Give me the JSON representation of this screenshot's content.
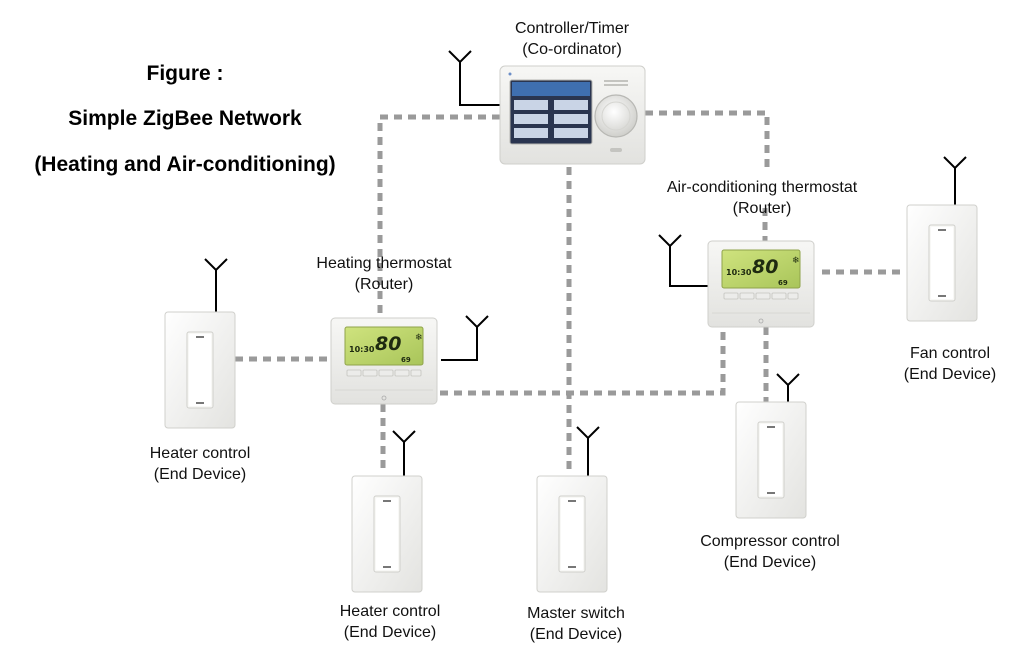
{
  "figure": {
    "line1": "Figure :",
    "line2": "Simple ZigBee Network",
    "line3": "(Heating and Air-conditioning)"
  },
  "devices": {
    "controller": {
      "name": "Controller/Timer",
      "role": "(Co-ordinator)"
    },
    "heating_thermostat": {
      "name": "Heating thermostat",
      "role": "(Router)",
      "display_time": "10:30",
      "display_temp": "80"
    },
    "ac_thermostat": {
      "name": "Air-conditioning thermostat",
      "role": "(Router)",
      "display_time": "10:30",
      "display_temp": "80"
    },
    "heater_control_left": {
      "name": "Heater control",
      "role": "(End Device)"
    },
    "heater_control_bottom": {
      "name": "Heater control",
      "role": "(End Device)"
    },
    "master_switch": {
      "name": "Master switch",
      "role": "(End Device)"
    },
    "compressor_control": {
      "name": "Compressor control",
      "role": "(End Device)"
    },
    "fan_control": {
      "name": "Fan control",
      "role": "(End Device)"
    }
  },
  "colors": {
    "link": "#9a9a9a",
    "device_body": "#f1f1ef",
    "lcd_green": "#b9d36a"
  }
}
